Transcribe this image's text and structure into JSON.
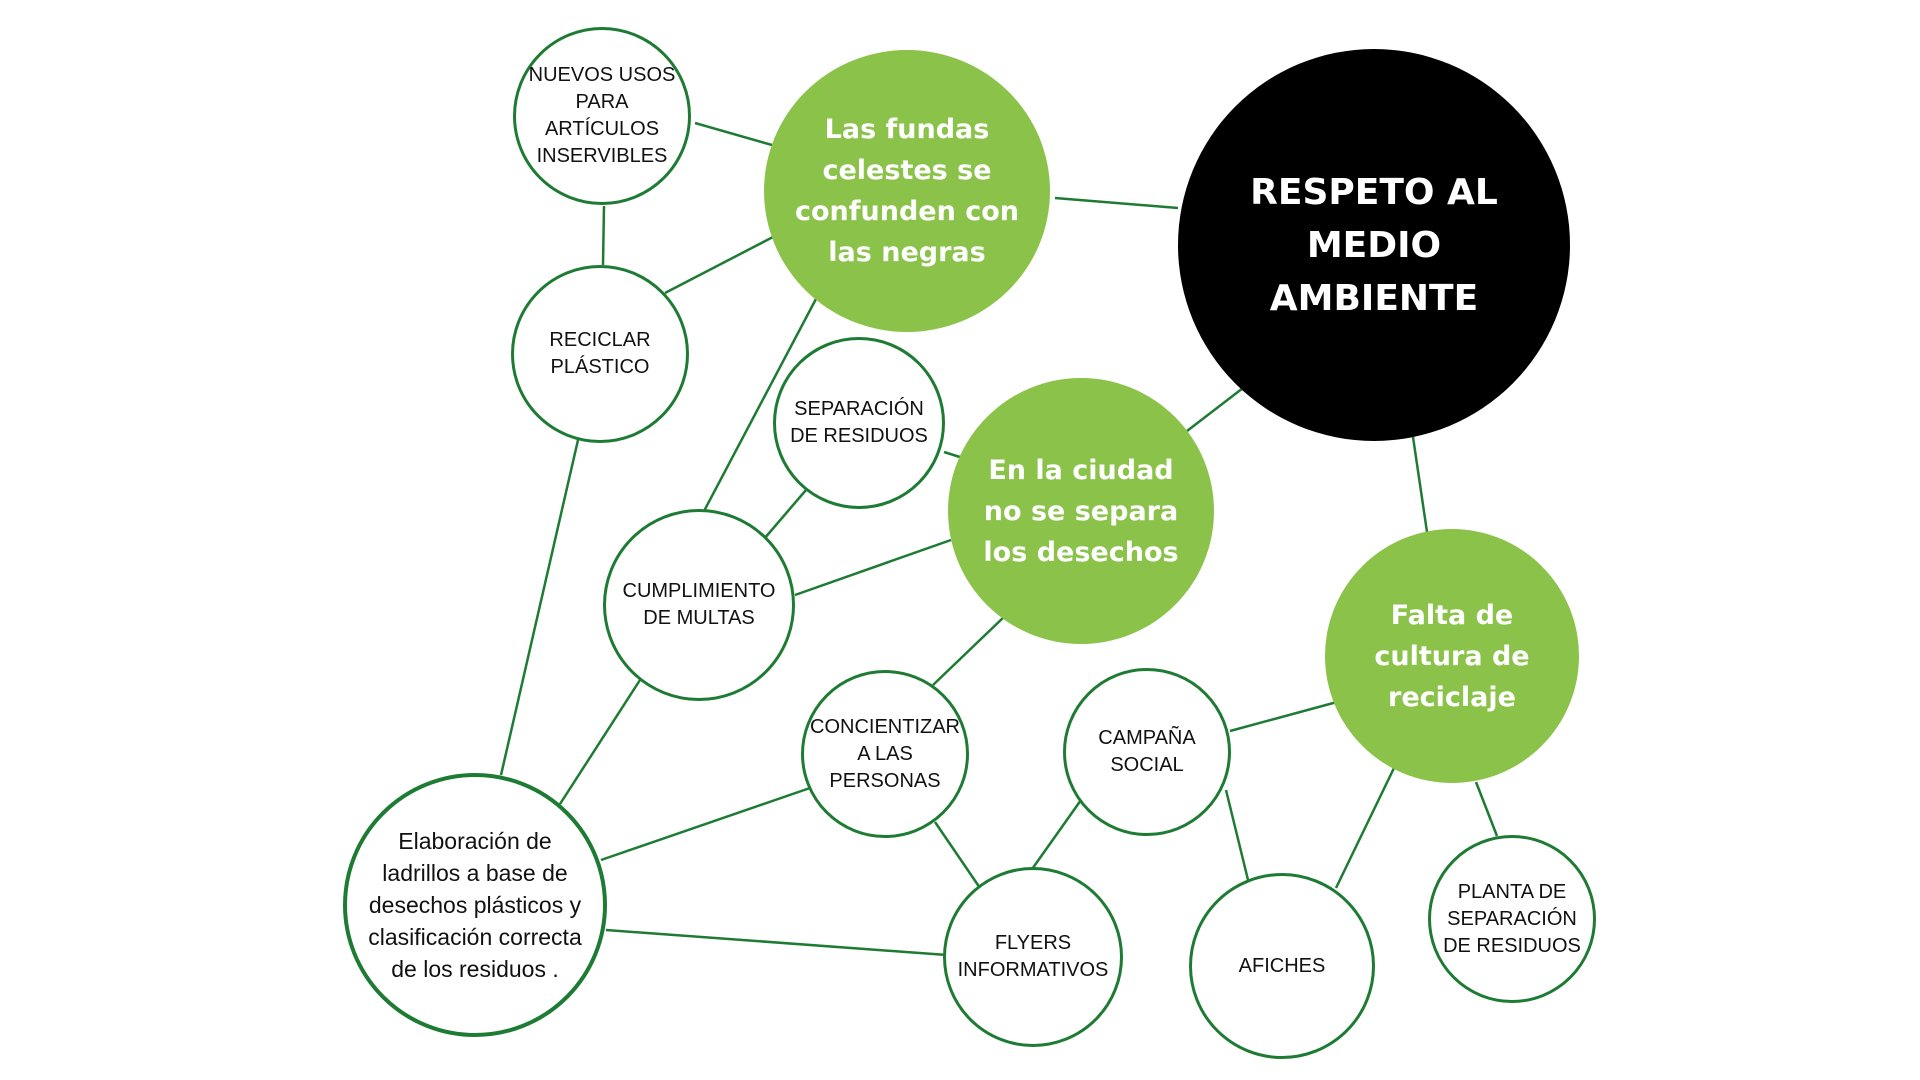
{
  "colors": {
    "line": "#1e7b34",
    "green": "#8bc34a",
    "black": "#000000"
  },
  "nodes": {
    "main": "RESPETO AL MEDIO AMBIENTE",
    "fundas": "Las fundas celestes se confunden con las negras",
    "ciudad": "En la ciudad no se separa los  desechos",
    "cultura": "Falta de cultura de reciclaje",
    "nuevos_usos": "NUEVOS USOS PARA ARTÍCULOS INSERVIBLES",
    "reciclar": "RECICLAR PLÁSTICO",
    "separacion": "SEPARACIÓN DE RESIDUOS",
    "multas": "CUMPLIMIENTO DE MULTAS",
    "concientizar": "CONCIENTIZAR A LAS PERSONAS",
    "campana": "CAMPAÑA SOCIAL",
    "ladrillos": "Elaboración de ladrillos a base de desechos plásticos y clasificación correcta de los residuos .",
    "flyers": "FLYERS INFORMATIVOS",
    "afiches": "AFICHES",
    "planta": "PLANTA DE SEPARACIÓN DE RESIDUOS"
  }
}
